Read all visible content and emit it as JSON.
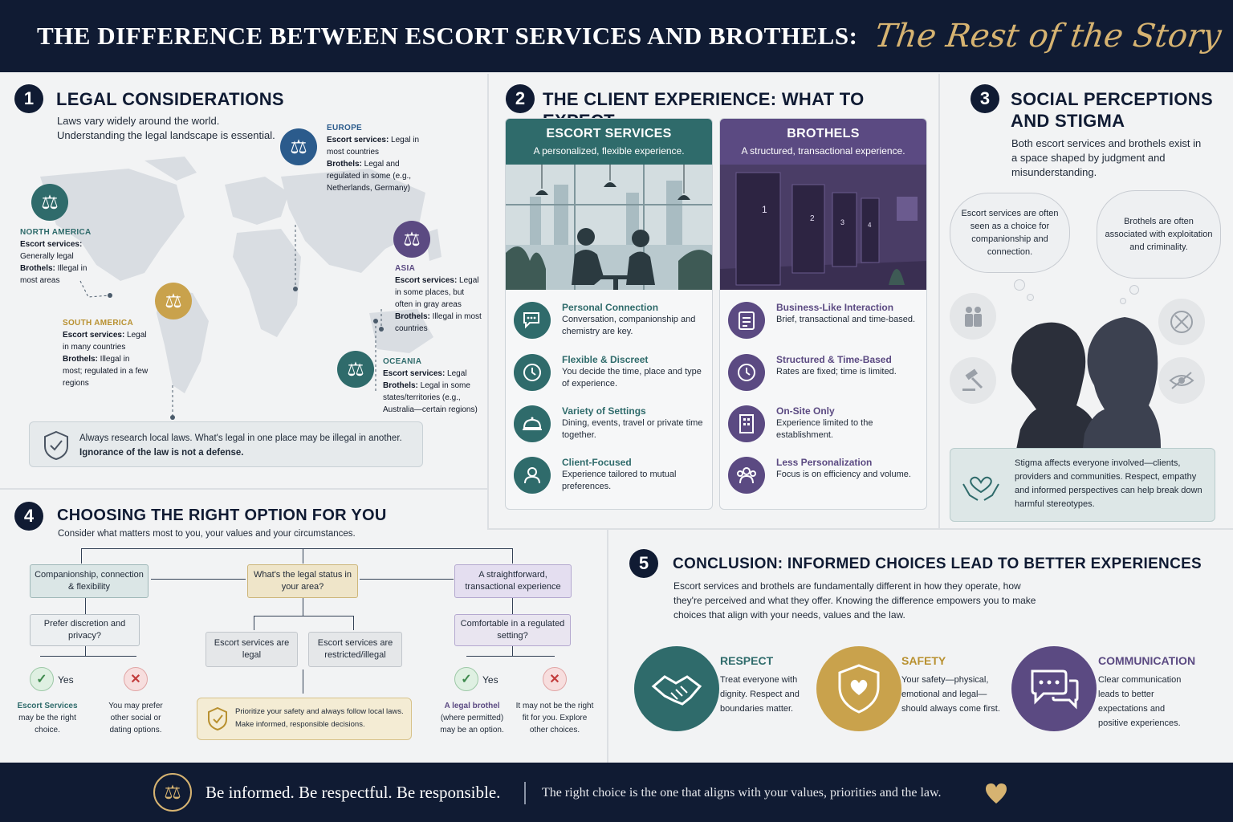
{
  "header": {
    "title": "THE DIFFERENCE BETWEEN ESCORT SERVICES AND BROTHELS:",
    "subtitle": "The Rest of the Story"
  },
  "legal": {
    "number": "1",
    "title": "LEGAL CONSIDERATIONS",
    "intro_1": "Laws vary widely around the world.",
    "intro_2": "Understanding the legal landscape is essential.",
    "regions": {
      "europe": {
        "name": "EUROPE",
        "escort_label": "Escort services:",
        "escort_text": " Legal in most countries",
        "brothel_label": "Brothels:",
        "brothel_text": " Legal and regulated in some (e.g., Netherlands, Germany)"
      },
      "north_america": {
        "name": "NORTH AMERICA",
        "escort_label": "Escort services:",
        "escort_text": " Generally legal",
        "brothel_label": "Brothels:",
        "brothel_text": " Illegal in most areas"
      },
      "asia": {
        "name": "ASIA",
        "escort_label": "Escort services:",
        "escort_text": " Legal in some places, but often in gray areas",
        "brothel_label": "Brothels:",
        "brothel_text": " Illegal in most countries"
      },
      "south_america": {
        "name": "SOUTH AMERICA",
        "escort_label": "Escort services:",
        "escort_text": " Legal in many countries",
        "brothel_label": "Brothels:",
        "brothel_text": " Illegal in most; regulated in a few regions"
      },
      "oceania": {
        "name": "OCEANIA",
        "escort_label": "Escort services:",
        "escort_text": " Legal",
        "brothel_label": "Brothels:",
        "brothel_text": " Legal in some states/territories (e.g., Australia—certain regions)"
      }
    },
    "note_1": "Always research local laws. What's legal in one place may be illegal in another.",
    "note_2": "Ignorance of the law is not a defense."
  },
  "client": {
    "number": "2",
    "title": "THE CLIENT EXPERIENCE: WHAT TO EXPECT",
    "escort": {
      "title": "ESCORT SERVICES",
      "subtitle": "A personalized, flexible experience.",
      "features": [
        {
          "title": "Personal Connection",
          "desc": "Conversation, companionship and chemistry are key."
        },
        {
          "title": "Flexible & Discreet",
          "desc": "You decide the time, place and type of experience."
        },
        {
          "title": "Variety of Settings",
          "desc": "Dining, events, travel or private time together."
        },
        {
          "title": "Client-Focused",
          "desc": "Experience tailored to mutual preferences."
        }
      ]
    },
    "brothel": {
      "title": "BROTHELS",
      "subtitle": "A structured, transactional experience.",
      "doors": [
        "1",
        "2",
        "3",
        "4"
      ],
      "features": [
        {
          "title": "Business-Like Interaction",
          "desc": "Brief, transactional and time-based."
        },
        {
          "title": "Structured & Time-Based",
          "desc": "Rates are fixed; time is limited."
        },
        {
          "title": "On-Site Only",
          "desc": "Experience limited to the establishment."
        },
        {
          "title": "Less Personalization",
          "desc": "Focus is on efficiency and volume."
        }
      ]
    }
  },
  "social": {
    "number": "3",
    "title_1": "SOCIAL PERCEPTIONS",
    "title_2": "AND STIGMA",
    "intro": "Both escort services and brothels exist in a space shaped by judgment and misunderstanding.",
    "thought_left": "Escort services are often seen as a choice for companionship and connection.",
    "thought_right": "Brothels are often associated with exploitation and criminality.",
    "note": "Stigma affects everyone involved—clients, providers and communities. Respect, empathy and informed perspectives can help break down harmful stereotypes."
  },
  "choosing": {
    "number": "4",
    "title": "CHOOSING THE RIGHT OPTION FOR YOU",
    "intro": "Consider what matters most to you, your values and your circumstances.",
    "left_top": "Companionship, connection & flexibility",
    "center_top": "What's the legal status in your area?",
    "right_top": "A straightforward, transactional experience",
    "left_q": "Prefer discretion and privacy?",
    "right_q": "Comfortable in a regulated setting?",
    "legal_yes": "Escort services are legal",
    "legal_no": "Escort services are restricted/illegal",
    "yes": "Yes",
    "left_yes_title": "Escort Services",
    "left_yes_text": "may be the right choice.",
    "left_no_text": "You may prefer other social or dating options.",
    "right_yes_title": "A legal brothel",
    "right_yes_text": "(where permitted) may be an option.",
    "right_no_text": "It may not be the right fit for you. Explore other choices.",
    "safety_1": "Prioritize your safety and always follow local laws.",
    "safety_2": "Make informed, responsible decisions."
  },
  "conclusion": {
    "number": "5",
    "title": "CONCLUSION: INFORMED CHOICES LEAD TO BETTER EXPERIENCES",
    "text": "Escort services and brothels are fundamentally different in how they operate, how they're perceived and what they offer. Knowing the difference empowers you to make choices that align with your needs, values and the law.",
    "values": [
      {
        "title": "RESPECT",
        "desc": "Treat everyone with dignity. Respect and boundaries matter."
      },
      {
        "title": "SAFETY",
        "desc": "Your safety—physical, emotional and legal—should always come first."
      },
      {
        "title": "COMMUNICATION",
        "desc": "Clear communication leads to better expectations and positive experiences."
      }
    ]
  },
  "footer": {
    "left": "Be informed. Be respectful. Be responsible.",
    "right": "The right choice is the one that aligns with your values, priorities and the law."
  },
  "colors": {
    "navy": "#101b33",
    "teal": "#2f6b6b",
    "purple": "#5b4a82",
    "gold": "#c9a24c",
    "accent_gold": "#d6b371"
  }
}
